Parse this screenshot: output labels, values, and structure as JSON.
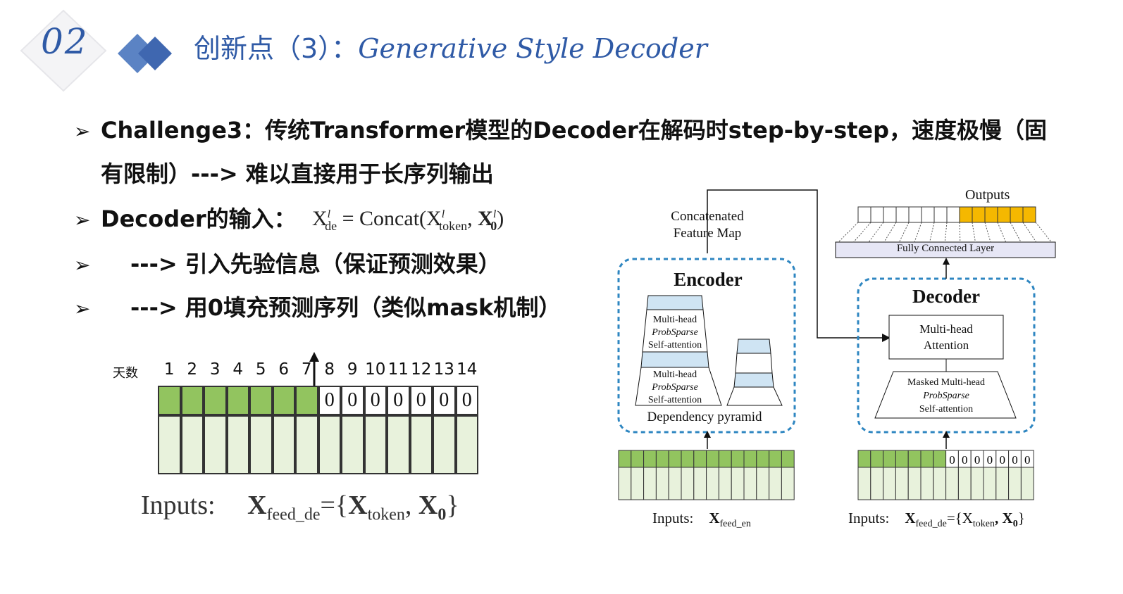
{
  "header": {
    "number": "02",
    "title_cn": "创新点（3）：",
    "title_en": "Generative Style Decoder"
  },
  "bullets": [
    {
      "line1": "Challenge3：传统Transformer模型的Decoder在解码时step-by-step，速度极慢（固",
      "line2": "有限制）---> 难以直接用于长序列输出"
    },
    {
      "text": "Decoder的输入：",
      "formula": "Xdeˡ = Concat(Xtokenˡ, X0ˡ)"
    },
    {
      "text": "---> 引入先验信息（保证预测效果）"
    },
    {
      "text": "---> 用0填充预测序列（类似mask机制）"
    }
  ],
  "formula": {
    "lhs": "X",
    "lhs_sub": "de",
    "sup": "l",
    "eq": "=",
    "fn": "Concat(",
    "a": "X",
    "a_sub": "token",
    "sep": ",",
    "b": "X",
    "b_sub": "0",
    "close": ")"
  },
  "timeline": {
    "label": "天数",
    "days": [
      "1",
      "2",
      "3",
      "4",
      "5",
      "6",
      "7",
      "8",
      "9",
      "10",
      "11",
      "12",
      "13",
      "14"
    ],
    "zeros": [
      "0",
      "0",
      "0",
      "0",
      "0",
      "0",
      "0"
    ],
    "inputs_label": "Inputs:",
    "inputs_formula": {
      "x": "X",
      "feed_de": "feed_de",
      "eq": "={",
      "tok": "X",
      "tok_sub": "token",
      "comma": ",",
      "zero": "X",
      "zero_sub": "0",
      "close": "}"
    }
  },
  "diagram": {
    "concat_label_1": "Concatenated",
    "concat_label_2": "Feature Map",
    "outputs": "Outputs",
    "fc_layer": "Fully Connected Layer",
    "encoder": "Encoder",
    "decoder": "Decoder",
    "enc_block1": [
      "Multi-head",
      "ProbSparse",
      "Self-attention"
    ],
    "enc_block2": [
      "Multi-head",
      "ProbSparse",
      "Self-attention"
    ],
    "dependency": "Dependency pyramid",
    "dec_attn": [
      "Multi-head",
      "Attention"
    ],
    "dec_masked": [
      "Masked Multi-head",
      "ProbSparse",
      "Self-attention"
    ],
    "enc_inputs": "Inputs:",
    "enc_inputs_x": "X",
    "enc_inputs_sub": "feed_en",
    "dec_inputs": "Inputs:",
    "dec_inputs_x": "X",
    "dec_inputs_sub": "feed_de",
    "dec_inputs_rest": "={X",
    "dec_inputs_tok": "token",
    "dec_inputs_comma": ", X",
    "dec_inputs_zero": "0",
    "dec_inputs_close": "}",
    "dec_zeros": [
      "0",
      "0",
      "0",
      "0",
      "0",
      "0",
      "0"
    ]
  },
  "colors": {
    "accent": "#2f5aa6",
    "green": "#92c45f",
    "lightgreen": "#e8f2dc",
    "orange": "#f5b800",
    "dashed": "#2e86c1",
    "fc": "#e6e6f5"
  }
}
